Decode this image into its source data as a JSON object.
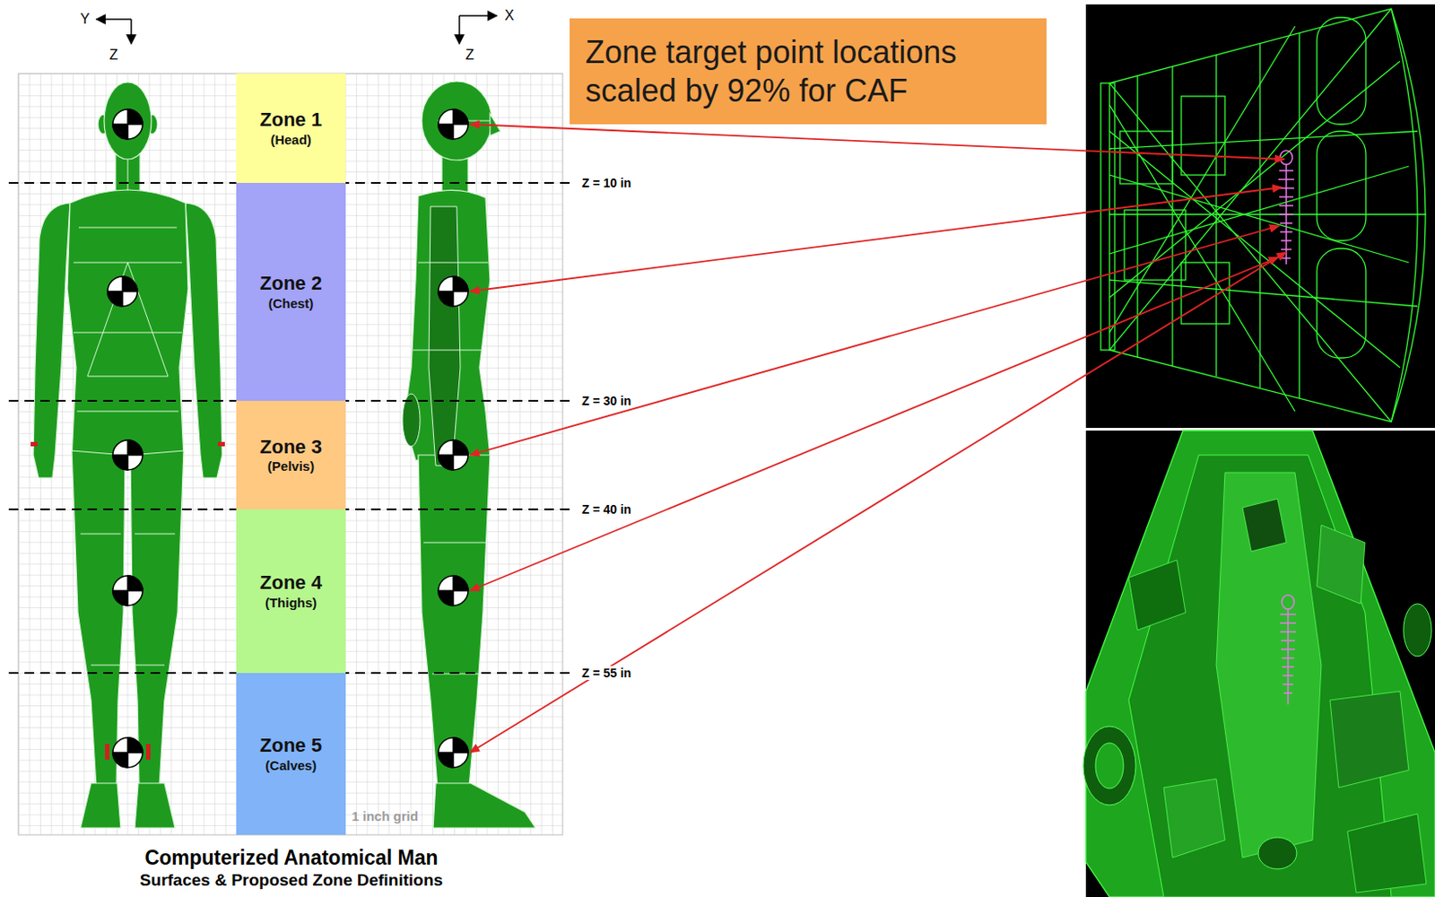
{
  "diagram": {
    "caption": "Computerized Anatomical Man",
    "nodes": [
      {
        "text": [
          "Zone 1",
          "(Head)"
        ]
      },
      {
        "text": [
          "Zone 2",
          "(Chest)"
        ]
      },
      {
        "text": [
          "Zone 3",
          "(Pelvis)"
        ]
      },
      {
        "text": [
          "Zone 4",
          "(Thighs)"
        ]
      },
      {
        "text": [
          "Zone 5",
          "(Calves)"
        ]
      },
      {
        "text": [
          "Zone target point locations scaled by 92% for CAF"
        ]
      }
    ],
    "labels": [
      "Y",
      "Z",
      "X",
      "Z",
      "Z = 10 in",
      "Z = 30 in",
      "Z = 40 in",
      "Z = 55 in",
      "1 inch grid",
      "Surfaces & Proposed Zone Definitions"
    ]
  }
}
